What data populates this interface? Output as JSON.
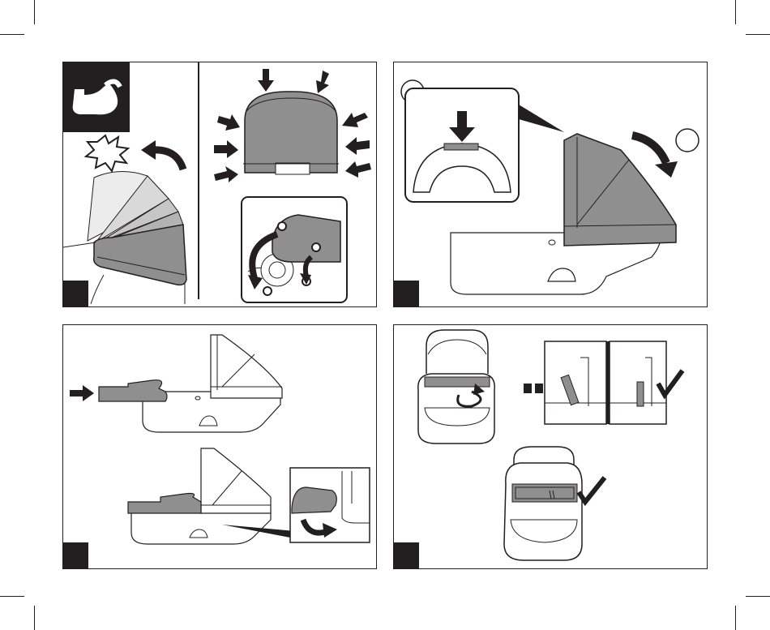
{
  "panels": [
    {
      "id": "panel-1",
      "step": ""
    },
    {
      "id": "panel-2",
      "step": ""
    },
    {
      "id": "panel-3",
      "step": ""
    },
    {
      "id": "panel-4",
      "step": ""
    }
  ],
  "colors": {
    "ink": "#231f20",
    "fabric_dark": "#8f8f8f",
    "fabric_mid": "#b3b3b3",
    "fabric_light": "#d9d9d9",
    "fabric_pale": "#ececec"
  },
  "icons": {
    "carrycot": "carrycot-icon",
    "burst": "burst-icon",
    "push_arrow": "push-arrow-icon",
    "rotate_arrow": "rotate-arrow-icon",
    "checkmark": "checkmark-icon",
    "screw": "screw-icon"
  }
}
